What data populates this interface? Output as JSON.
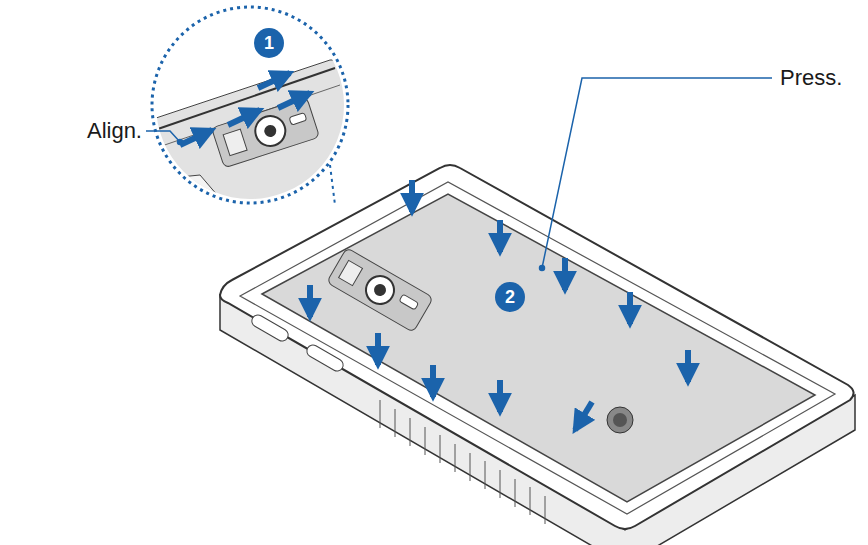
{
  "diagram": {
    "labels": [
      "1",
      "Align.",
      "Press.",
      "2"
    ]
  }
}
